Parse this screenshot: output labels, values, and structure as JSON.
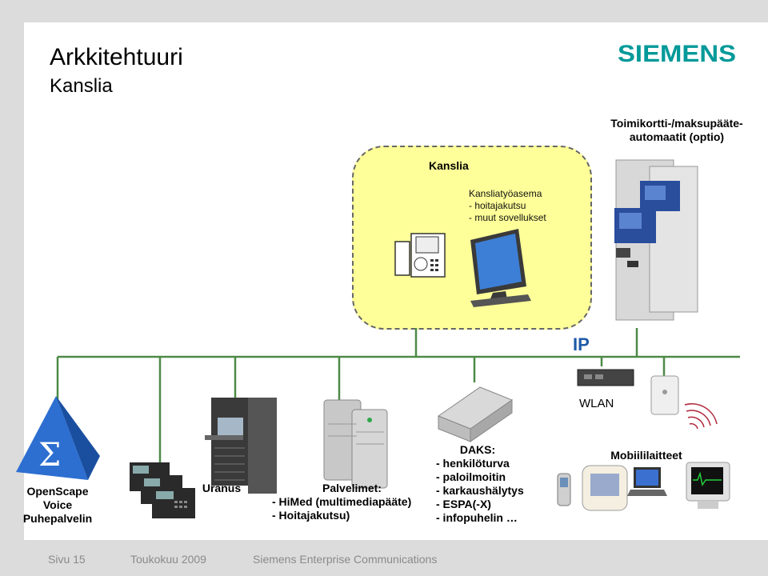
{
  "header": {
    "title": "Arkkitehtuuri",
    "subtitle": "Kanslia",
    "logo_text": "SIEMENS"
  },
  "kiosk": {
    "label_line1": "Toimikortti-/maksupääte-",
    "label_line2": "automaatit (optio)"
  },
  "kanslia_zone": {
    "title": "Kanslia",
    "lines": [
      "Kansliatyöasema",
      "- hoitajakutsu",
      "- muut sovellukset"
    ]
  },
  "network": {
    "ip_label": "IP",
    "wlan_label": "WLAN"
  },
  "nodes": {
    "openscape": [
      "OpenScape",
      "Voice",
      "Puhepalvelin"
    ],
    "uranus": "Uranus",
    "palvelimet": [
      "Palvelimet:",
      "- HiMed (multimediapääte)",
      "- Hoitajakutsu)"
    ],
    "daks": [
      "DAKS:",
      "- henkilöturva",
      "- paloilmoitin",
      "- karkaushälytys",
      "- ESPA(-X)",
      "- infopuhelin …"
    ],
    "mobiili": "Mobiililaitteet"
  },
  "footer": {
    "page": "Sivu 15",
    "date": "Toukokuu 2009",
    "company": "Siemens Enterprise Communications"
  },
  "colors": {
    "accent": "#1e5aa8",
    "zone_fill": "#ffff99",
    "siemens_teal": "#009999",
    "line_green": "#4d8a46"
  }
}
